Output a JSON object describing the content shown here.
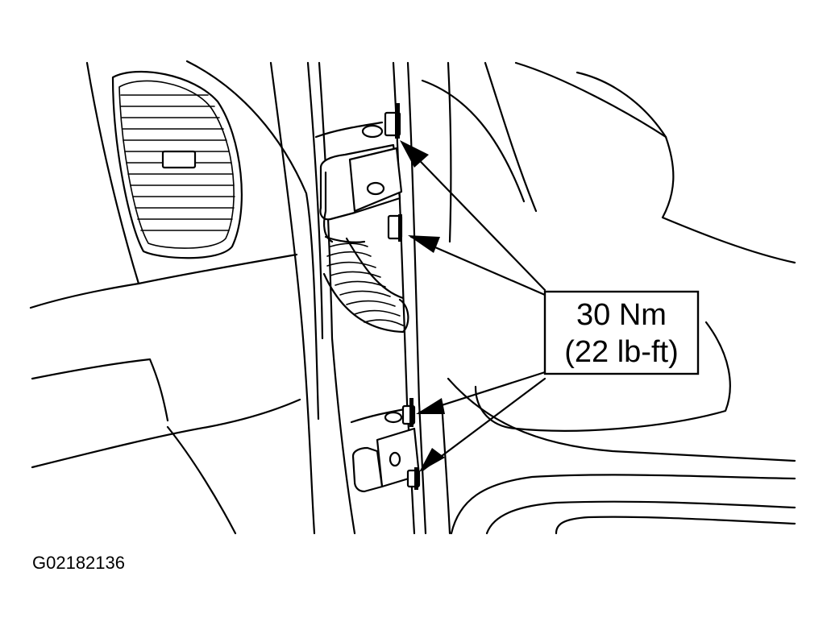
{
  "callout": {
    "line1": "30 Nm",
    "line2": "(22 lb-ft)"
  },
  "figure_id": "G02182136"
}
